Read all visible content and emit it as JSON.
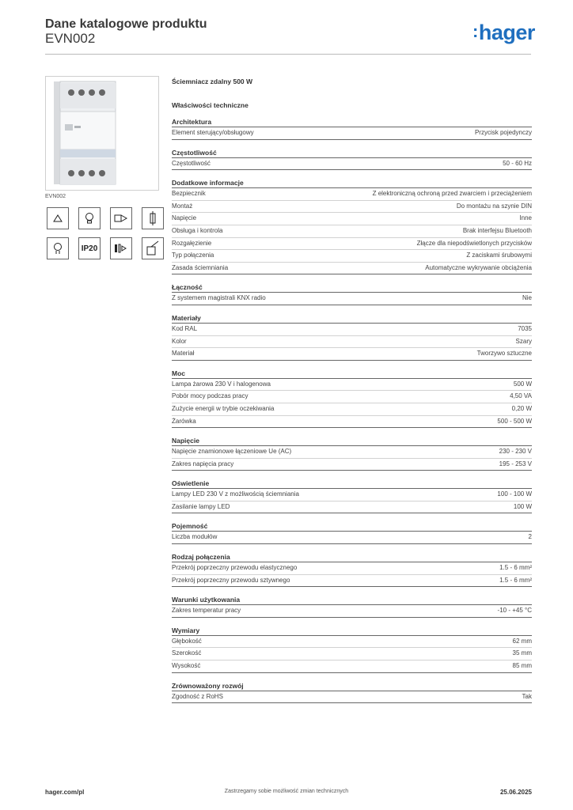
{
  "header": {
    "title": "Dane katalogowe produktu",
    "code": "EVN002",
    "logo_text": "hager",
    "logo_color": "#1f6fbf"
  },
  "product": {
    "image_caption": "EVN002",
    "name": "Ściemniacz zdalny 500 W",
    "section_heading": "Właściwości techniczne",
    "icons": [
      "dimmer-symbol-icon",
      "lamp-bulb-icon",
      "push-button-icon",
      "fuse-icon",
      "led-bulb-icon",
      "ip20-icon",
      "remote-control-icon",
      "din-rail-mount-icon"
    ],
    "ip_label": "IP20"
  },
  "sections": [
    {
      "title": "Architektura",
      "rows": [
        {
          "label": "Element sterujący/obsługowy",
          "value": "Przycisk pojedynczy"
        }
      ]
    },
    {
      "title": "Częstotliwość",
      "rows": [
        {
          "label": "Częstotliwość",
          "value": "50 - 60 Hz"
        }
      ]
    },
    {
      "title": "Dodatkowe informacje",
      "rows": [
        {
          "label": "Bezpiecznik",
          "value": "Z elektroniczną ochroną przed zwarciem i przeciążeniem"
        },
        {
          "label": "Montaż",
          "value": "Do montażu na szynie DIN"
        },
        {
          "label": "Napięcie",
          "value": "Inne"
        },
        {
          "label": "Obsługa i kontrola",
          "value": "Brak interfejsu Bluetooth"
        },
        {
          "label": "Rozgałęzienie",
          "value": "Złącze dla niepodświetlonych przycisków"
        },
        {
          "label": "Typ połączenia",
          "value": "Z zaciskami śrubowymi"
        },
        {
          "label": "Zasada ściemniania",
          "value": "Automatyczne wykrywanie obciążenia"
        }
      ]
    },
    {
      "title": "Łączność",
      "rows": [
        {
          "label": "Z systemem magistrali KNX radio",
          "value": "Nie"
        }
      ]
    },
    {
      "title": "Materiały",
      "rows": [
        {
          "label": "Kod RAL",
          "value": "7035"
        },
        {
          "label": "Kolor",
          "value": "Szary"
        },
        {
          "label": "Materiał",
          "value": "Tworzywo sztuczne"
        }
      ]
    },
    {
      "title": "Moc",
      "rows": [
        {
          "label": "Lampa żarowa 230 V i halogenowa",
          "value": "500 W"
        },
        {
          "label": "Pobór mocy podczas pracy",
          "value": "4,50 VA"
        },
        {
          "label": "Zużycie energii w trybie oczekiwania",
          "value": "0,20 W"
        },
        {
          "label": "Żarówka",
          "value": "500 - 500 W"
        }
      ]
    },
    {
      "title": "Napięcie",
      "rows": [
        {
          "label": "Napięcie znamionowe łączeniowe Ue (AC)",
          "value": "230 - 230 V"
        },
        {
          "label": "Zakres napięcia pracy",
          "value": "195 - 253 V"
        }
      ]
    },
    {
      "title": "Oświetlenie",
      "rows": [
        {
          "label": "Lampy LED 230 V z możliwością ściemniania",
          "value": "100 - 100 W"
        },
        {
          "label": "Zasilanie lampy LED",
          "value": "100 W"
        }
      ]
    },
    {
      "title": "Pojemność",
      "rows": [
        {
          "label": "Liczba modułów",
          "value": "2"
        }
      ]
    },
    {
      "title": "Rodzaj połączenia",
      "rows": [
        {
          "label": "Przekrój poprzeczny przewodu elastycznego",
          "value": "1.5 - 6 mm²"
        },
        {
          "label": "Przekrój poprzeczny przewodu sztywnego",
          "value": "1.5 - 6 mm²"
        }
      ]
    },
    {
      "title": "Warunki użytkowania",
      "rows": [
        {
          "label": "Zakres temperatur pracy",
          "value": "-10 - +45 °C"
        }
      ]
    },
    {
      "title": "Wymiary",
      "rows": [
        {
          "label": "Głębokość",
          "value": "62 mm"
        },
        {
          "label": "Szerokość",
          "value": "35 mm"
        },
        {
          "label": "Wysokość",
          "value": "85 mm"
        }
      ]
    },
    {
      "title": "Zrównoważony rozwój",
      "rows": [
        {
          "label": "Zgodność z RoHS",
          "value": "Tak"
        }
      ]
    }
  ],
  "footer": {
    "website": "hager.com/pl",
    "notice": "Zastrzegamy sobie możliwość zmian technicznych",
    "date": "25.06.2025"
  }
}
